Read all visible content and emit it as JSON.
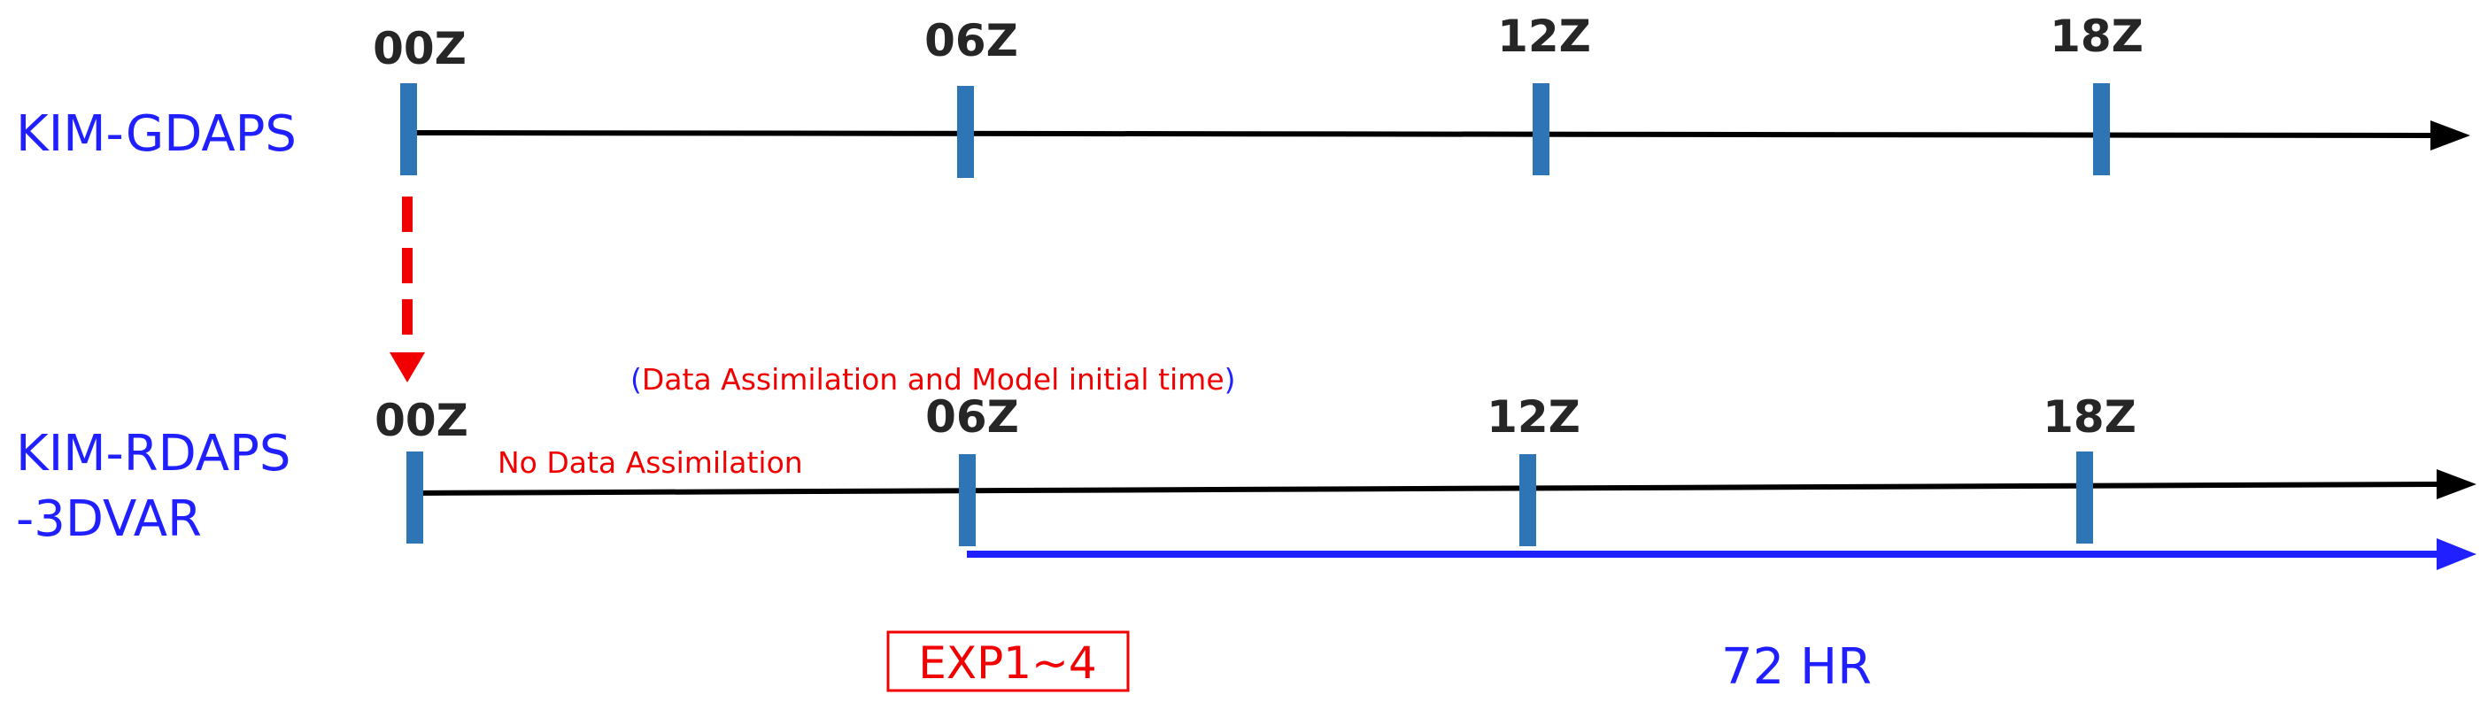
{
  "colors": {
    "axis": "#000000",
    "tick": "#2e75b6",
    "model_label": "#1f1fff",
    "red": "#f00000",
    "blue_arrow": "#1f1fff",
    "tick_text": "#262626"
  },
  "gdaps": {
    "label": "KIM-GDAPS",
    "ticks": [
      "00Z",
      "06Z",
      "12Z",
      "18Z"
    ]
  },
  "rdaps": {
    "label_line1": "KIM-RDAPS",
    "label_line2": "-3DVAR",
    "ticks": [
      "00Z",
      "06Z",
      "12Z",
      "18Z"
    ],
    "no_da_note": "No Data Assimilation",
    "da_note": {
      "open": "(",
      "text": "Data Assimilation and Model initial time",
      "close": ")"
    }
  },
  "experiment_box": "EXP1~4",
  "forecast_length": "72 HR"
}
